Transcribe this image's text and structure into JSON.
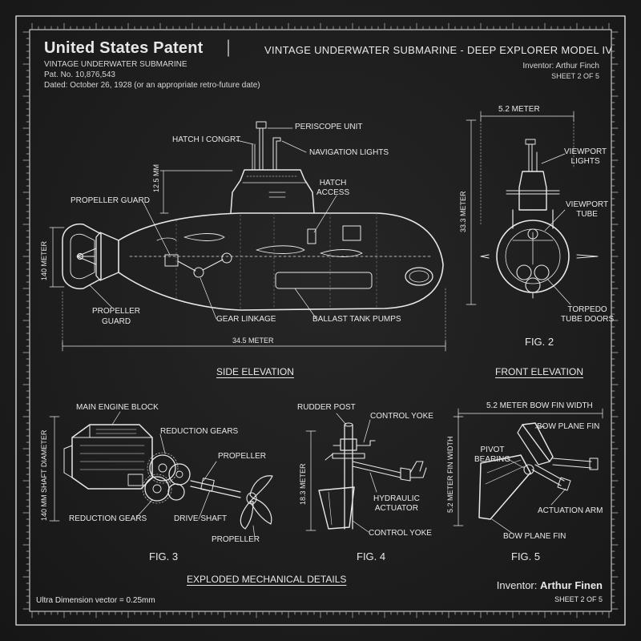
{
  "header": {
    "title": "United States Patent",
    "subtitle": "VINTAGE UNDERWATER SUBMARINE",
    "patent_no": "Pat. No. 10,876,543",
    "dated": "Dated: October 26, 1928 (or an appropriate retro-future date)",
    "main_title": "VINTAGE UNDERWATER SUBMARINE - DEEP EXPLORER MODEL IV",
    "inventor": "Inventor: Arthur Finch",
    "sheet": "SHEET 2 OF 5"
  },
  "side_elevation": {
    "section_title": "SIDE ELEVATION",
    "labels": {
      "periscope": "PERISCOPE UNIT",
      "hatch_congrt": "HATCH I CONGRT",
      "nav_lights": "NAVIGATION LIGHTS",
      "hatch_access": "HATCH\nACCESS",
      "prop_guard_top": "PROPELLER GUARD",
      "prop_guard_bottom": "PROPELLER\nGUARD",
      "gear_linkage": "GEAR LINKAGE",
      "ballast": "BALLAST TANK PUMPS",
      "dim_height": "12.5 MM",
      "dim_left": "140 METER",
      "dim_length": "34.5 METER"
    }
  },
  "front_elevation": {
    "section_title": "FRONT ELEVATION",
    "fig": "FIG. 2",
    "labels": {
      "width": "5.2 METER",
      "height": "33.3 METER",
      "viewport_lights": "VIEWPORT\nLIGHTS",
      "viewport_tube": "VIEWPORT\nTUBE",
      "torpedo": "TORPEDO\nTUBE DOORS"
    }
  },
  "fig3": {
    "fig": "FIG. 3",
    "labels": {
      "engine": "MAIN ENGINE BLOCK",
      "reduction_top": "REDUCTION GEARS",
      "propeller_top": "PROPELLER",
      "reduction_bottom": "REDUCTION GEARS",
      "drive_shaft": "DRIVE SHAFT",
      "propeller_bottom": "PROPELLER",
      "shaft_diam": "140 MM SHAFT DIAMETER"
    }
  },
  "fig4": {
    "fig": "FIG. 4",
    "labels": {
      "rudder_post": "RUDDER POST",
      "control_yoke_top": "CONTROL YOKE",
      "hydraulic": "HYDRAULIC\nACTUATOR",
      "control_yoke_bottom": "CONTROL YOKE",
      "height": "18.3 METER"
    }
  },
  "fig5": {
    "fig": "FIG. 5",
    "labels": {
      "width": "5.2 METER BOW FIN WIDTH",
      "bow_plane_top": "BOW PLANE FIN",
      "pivot": "PIVOT\nBEARING",
      "actuation": "ACTUATION ARM",
      "bow_plane_bottom": "BOW PLANE FIN",
      "fin_width": "5.2 METER FIN WIDTH"
    }
  },
  "footer": {
    "section_title": "EXPLODED MECHANICAL DETAILS",
    "note": "Ultra Dimension vector = 0.25mm",
    "inventor_prefix": "Inventor:",
    "inventor_name": "Arthur Finen",
    "sheet": "SHEET 2 OF 5"
  },
  "colors": {
    "background": "#1d1d1d",
    "line": "#e8e8e8"
  }
}
